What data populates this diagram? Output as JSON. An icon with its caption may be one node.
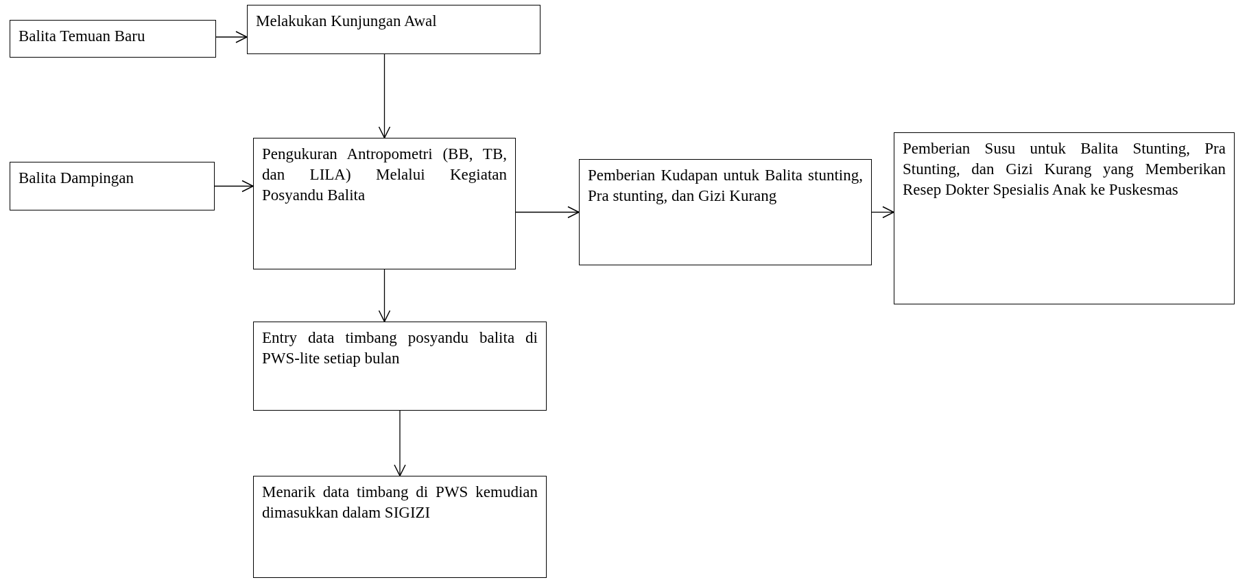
{
  "diagram": {
    "nodes": [
      {
        "text": [
          "Balita Temuan Baru"
        ]
      },
      {
        "text": [
          "Melakukan Kunjungan Awal"
        ]
      },
      {
        "text": [
          "Balita Dampingan"
        ]
      },
      {
        "text": [
          "Pengukuran Antropometri (BB, TB, dan LILA) Melalui Kegiatan Posyandu Balita"
        ]
      },
      {
        "text": [
          "Pemberian Kudapan untuk Balita stunting, Pra stunting, dan Gizi Kurang"
        ]
      },
      {
        "text": [
          "Pemberian Susu untuk Balita Stunting, Pra Stunting, dan Gizi Kurang yang Memberikan Resep Dokter Spesialis Anak ke Puskesmas"
        ]
      },
      {
        "text": [
          "Entry data timbang posyandu balita di PWS-lite setiap bulan"
        ]
      },
      {
        "text": [
          "Menarik data timbang di PWS kemudian dimasukkan dalam SIGIZI"
        ]
      }
    ],
    "edges": [
      {
        "from": 0,
        "to": 1,
        "arrow": "to"
      },
      {
        "from": 1,
        "to": 3,
        "arrow": "to"
      },
      {
        "from": 2,
        "to": 3,
        "arrow": "to"
      },
      {
        "from": 3,
        "to": 4,
        "arrow": "to"
      },
      {
        "from": 4,
        "to": 5,
        "arrow": "to"
      },
      {
        "from": 3,
        "to": 6,
        "arrow": "to"
      },
      {
        "from": 6,
        "to": 7,
        "arrow": "to"
      }
    ]
  }
}
